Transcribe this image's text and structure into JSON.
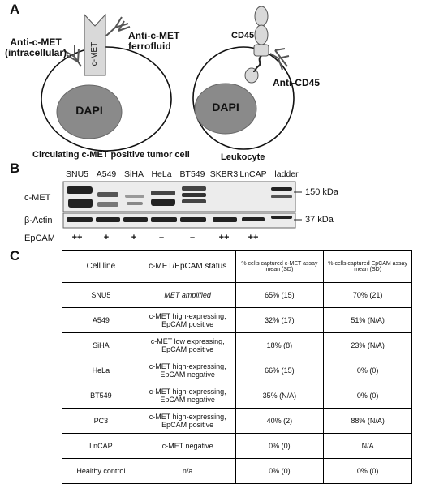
{
  "panel_a": {
    "letter": "A",
    "tumor_cell": {
      "anti_cmet_intracellular": "Anti-c-MET\n(intracellular)",
      "anti_cmet_ferrofluid": "Anti-c-MET\nferrofluid",
      "receptor_label": "c-MET",
      "nucleus": "DAPI",
      "caption": "Circulating c-MET positive tumor cell"
    },
    "leukocyte": {
      "cd45": "CD45",
      "anti_cd45": "Anti-CD45",
      "nucleus": "DAPI",
      "caption": "Leukocyte"
    }
  },
  "panel_b": {
    "letter": "B",
    "lanes": [
      "SNU5",
      "A549",
      "SiHA",
      "HeLa",
      "BT549",
      "SKBR3",
      "LnCAP",
      "ladder"
    ],
    "row_cmet": "c-MET",
    "row_actin": "β-Actin",
    "row_epcam": "EpCAM",
    "epcam": [
      "++",
      "+",
      "+",
      "–",
      "–",
      "++",
      "++"
    ],
    "marker_150": "150 kDa",
    "marker_37": "37 kDa"
  },
  "panel_c": {
    "letter": "C",
    "headers": {
      "cell_line": "Cell line",
      "status": "c-MET/EpCAM status",
      "cmet_assay": "% cells captured c-MET assay\nmean (SD)",
      "epcam_assay": "% cells captured EpCAM assay\nmean (SD)"
    },
    "rows": [
      {
        "cell": "SNU5",
        "status": "MET amplified",
        "cmet": "65% (15)",
        "epcam": "70% (21)"
      },
      {
        "cell": "A549",
        "status": "c-MET high-expressing,\nEpCAM positive",
        "cmet": "32% (17)",
        "epcam": "51% (N/A)"
      },
      {
        "cell": "SiHA",
        "status": "c-MET low expressing,\nEpCAM positive",
        "cmet": "18% (8)",
        "epcam": "23% (N/A)"
      },
      {
        "cell": "HeLa",
        "status": "c-MET high-expressing,\nEpCAM negative",
        "cmet": "66% (15)",
        "epcam": "0% (0)"
      },
      {
        "cell": "BT549",
        "status": "c-MET high-expressing,\nEpCAM negative",
        "cmet": "35% (N/A)",
        "epcam": "0% (0)"
      },
      {
        "cell": "PC3",
        "status": "c-MET high-expressing,\nEpCAM positive",
        "cmet": "40% (2)",
        "epcam": "88% (N/A)"
      },
      {
        "cell": "LnCAP",
        "status": "c-MET negative",
        "cmet": "0% (0)",
        "epcam": "N/A"
      },
      {
        "cell": "Healthy control",
        "status": "n/a",
        "cmet": "0% (0)",
        "epcam": "0% (0)"
      }
    ]
  }
}
